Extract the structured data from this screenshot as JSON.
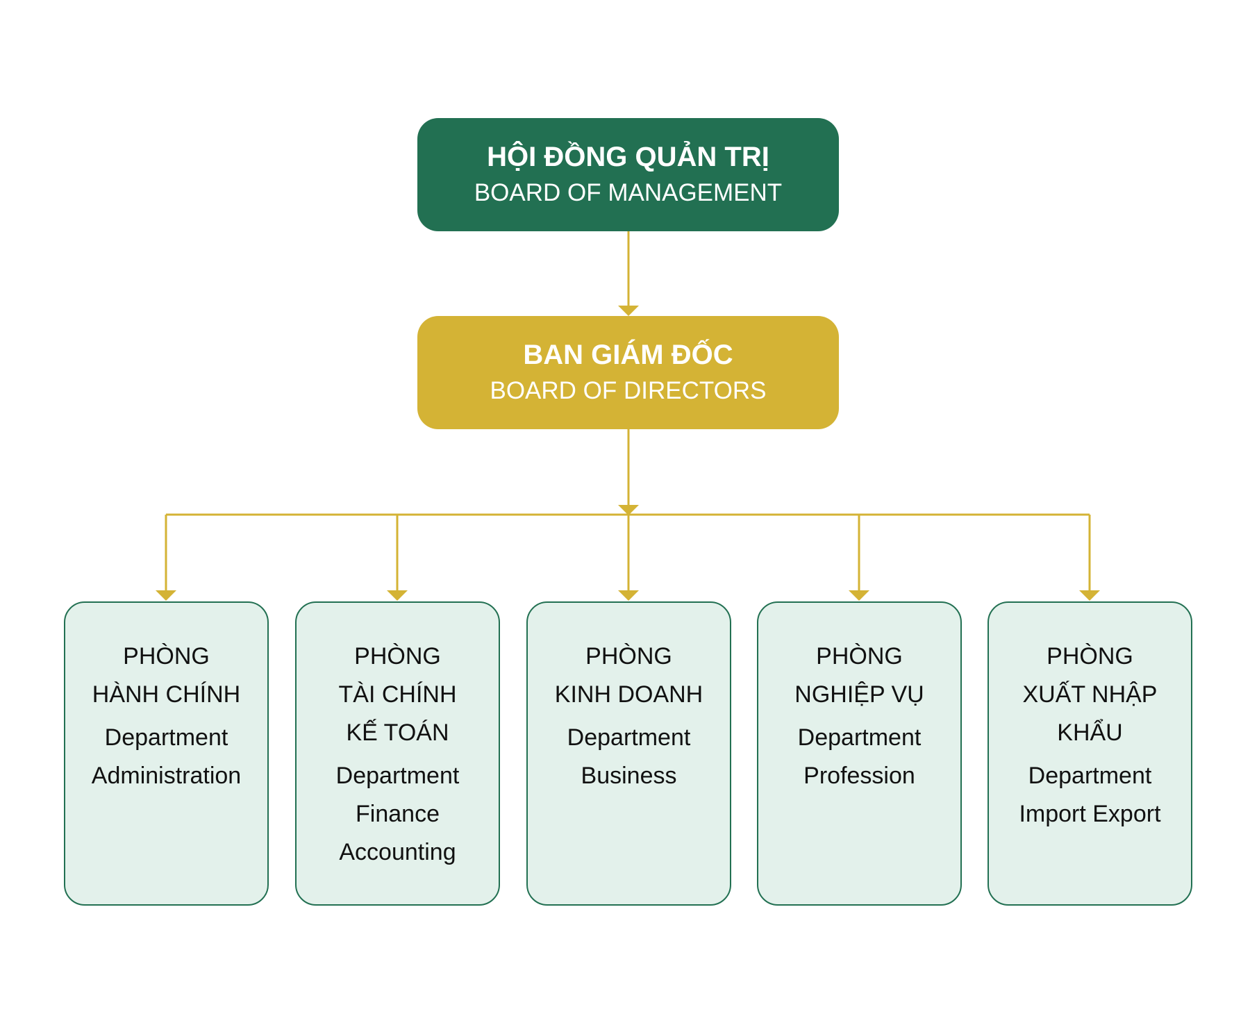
{
  "colors": {
    "management": "#227052",
    "directors": "#d4b335",
    "department_fill": "#e3f1eb",
    "department_border": "#227052",
    "connector": "#d4b335"
  },
  "board_of_management": {
    "title_vi": "HỘI ĐỒNG QUẢN TRỊ",
    "title_en": "BOARD OF MANAGEMENT"
  },
  "board_of_directors": {
    "title_vi": "BAN GIÁM ĐỐC",
    "title_en": "BOARD OF DIRECTORS"
  },
  "departments": [
    {
      "vi": [
        "PHÒNG",
        "HÀNH CHÍNH"
      ],
      "en": [
        "Department",
        "Administration"
      ]
    },
    {
      "vi": [
        "PHÒNG",
        "TÀI CHÍNH",
        "KẾ TOÁN"
      ],
      "en": [
        "Department",
        "Finance",
        "Accounting"
      ]
    },
    {
      "vi": [
        "PHÒNG",
        "KINH DOANH"
      ],
      "en": [
        "Department",
        "Business"
      ]
    },
    {
      "vi": [
        "PHÒNG",
        "NGHIỆP VỤ"
      ],
      "en": [
        "Department",
        "Profession"
      ]
    },
    {
      "vi": [
        "PHÒNG",
        "XUẤT NHẬP",
        "KHẨU"
      ],
      "en": [
        "Department",
        "Import Export"
      ]
    }
  ]
}
